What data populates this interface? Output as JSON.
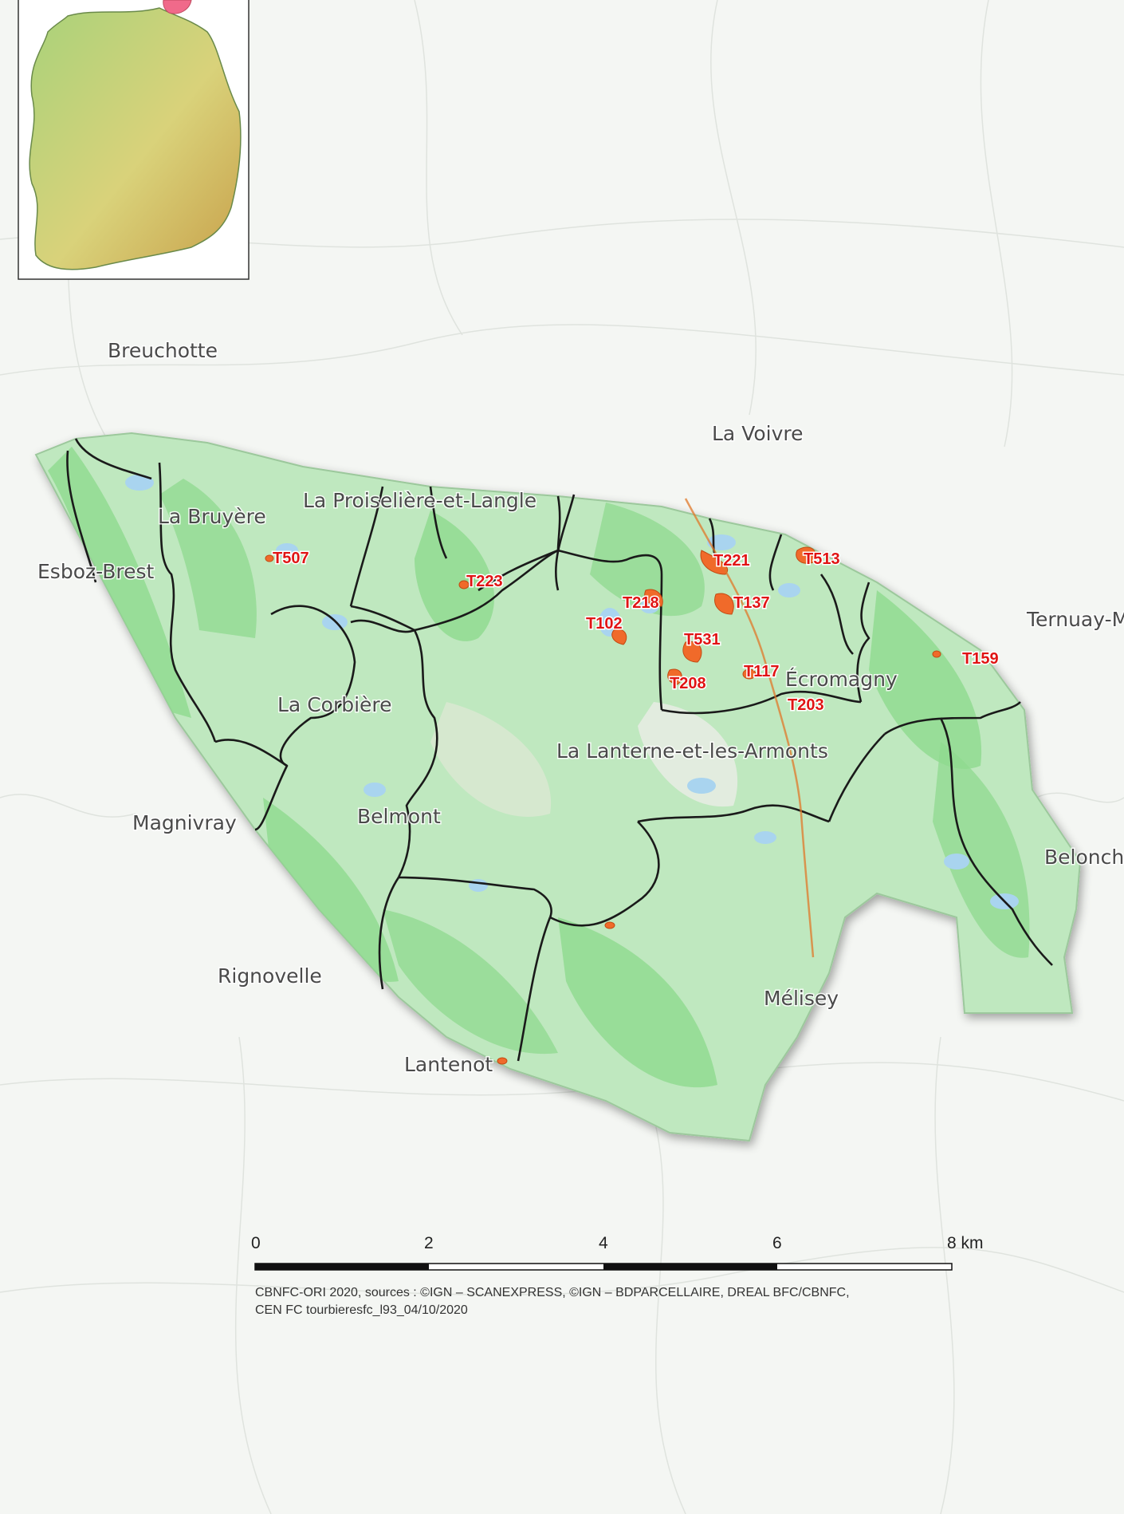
{
  "colors": {
    "study_area": "#bfe8bf",
    "forest": "#8fd98f",
    "water": "#a9d4ef",
    "peat_site": "#f06a2a",
    "boundary": "#1a1a1a",
    "site_label": "#e01414",
    "background": "#f4f6f3",
    "inset_relief_low": "#a8d27a",
    "inset_relief_high": "#c8a04a",
    "inset_highlight": "#f06a8a"
  },
  "places": [
    {
      "id": "breuchotte",
      "label": "Breuchotte"
    },
    {
      "id": "la-voivre",
      "label": "La Voivre"
    },
    {
      "id": "la-proiseliere",
      "label": "La Proiselière-et-Langle"
    },
    {
      "id": "la-bruyere",
      "label": "La Bruyère"
    },
    {
      "id": "esboz-brest",
      "label": "Esboz-Brest"
    },
    {
      "id": "ternuay",
      "label": "Ternuay-M"
    },
    {
      "id": "ecromagny",
      "label": "Écromagny"
    },
    {
      "id": "la-corbiere",
      "label": "La Corbière"
    },
    {
      "id": "la-lanterne",
      "label": "La Lanterne-et-les-Armonts"
    },
    {
      "id": "magnivray",
      "label": "Magnivray"
    },
    {
      "id": "belmont",
      "label": "Belmont"
    },
    {
      "id": "belonchamp",
      "label": "Belonch"
    },
    {
      "id": "rignovelle",
      "label": "Rignovelle"
    },
    {
      "id": "melisey",
      "label": "Mélisey"
    },
    {
      "id": "lantenot",
      "label": "Lantenot"
    }
  ],
  "sites": [
    {
      "id": "T507",
      "label": "T507"
    },
    {
      "id": "T223",
      "label": "T223"
    },
    {
      "id": "T221",
      "label": "T221"
    },
    {
      "id": "T513",
      "label": "T513"
    },
    {
      "id": "T218",
      "label": "T218"
    },
    {
      "id": "T137",
      "label": "T137"
    },
    {
      "id": "T102",
      "label": "T102"
    },
    {
      "id": "T531",
      "label": "T531"
    },
    {
      "id": "T117",
      "label": "T117"
    },
    {
      "id": "T208",
      "label": "T208"
    },
    {
      "id": "T203",
      "label": "T203"
    },
    {
      "id": "T159",
      "label": "T159"
    }
  ],
  "scale_bar": {
    "ticks": [
      "0",
      "2",
      "4",
      "6",
      "8 km"
    ]
  },
  "credits": {
    "line1": "CBNFC-ORI 2020, sources : ©IGN – SCANEXPRESS, ©IGN – BDPARCELLAIRE, DREAL BFC/CBNFC,",
    "line2": "CEN FC tourbieresfc_l93_04/10/2020"
  }
}
